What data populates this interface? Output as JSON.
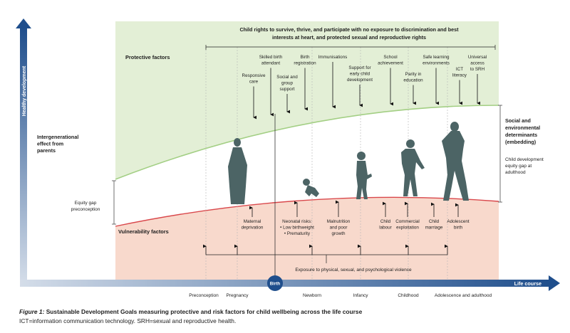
{
  "axes": {
    "y_label": "Healthy development",
    "x_label": "Life course",
    "birth_label": "Birth"
  },
  "rights_banner": {
    "line1": "Child rights to survive, thrive, and participate with no exposure to discrimination and best",
    "line2": "interests at heart, and protected sexual and reproductive rights"
  },
  "protective": {
    "heading": "Protective factors",
    "items": [
      {
        "lines": [
          "Responsive",
          "care"
        ]
      },
      {
        "lines": [
          "Skilled birth",
          "attendant"
        ]
      },
      {
        "lines": [
          "Social and",
          "group",
          "support"
        ]
      },
      {
        "lines": [
          "Birth",
          "registration"
        ]
      },
      {
        "lines": [
          "Immunisations"
        ]
      },
      {
        "lines": [
          "Support for",
          "early child",
          "development"
        ]
      },
      {
        "lines": [
          "School",
          "achievement"
        ]
      },
      {
        "lines": [
          "Parity in",
          "education"
        ]
      },
      {
        "lines": [
          "Safe learning",
          "environments"
        ]
      },
      {
        "lines": [
          "ICT",
          "literacy"
        ]
      },
      {
        "lines": [
          "Universal",
          "access",
          "to SRH"
        ]
      }
    ]
  },
  "vulnerability": {
    "heading": "Vulnerability factors",
    "items": [
      {
        "lines": [
          "Maternal",
          "deprivation"
        ]
      },
      {
        "lines": [
          "Neonatal risks:",
          "• Low birthweight",
          "• Prematurity"
        ]
      },
      {
        "lines": [
          "Malnutrition",
          "and poor",
          "growth"
        ]
      },
      {
        "lines": [
          "Child",
          "labour"
        ]
      },
      {
        "lines": [
          "Commercial",
          "exploitation"
        ]
      },
      {
        "lines": [
          "Child",
          "marriage"
        ]
      },
      {
        "lines": [
          "Adolescent",
          "birth"
        ]
      }
    ],
    "exposure": "Exposure to physical, sexual, and psychological violence"
  },
  "left_labels": {
    "intergenerational": [
      "Intergenerational",
      "effect from",
      "parents"
    ],
    "equity_gap": [
      "Equity gap",
      "preconception"
    ]
  },
  "right_labels": {
    "determinants": [
      "Social and",
      "environmental",
      "determinants",
      "(embedding)"
    ],
    "equity_gap": [
      "Child development",
      "equity gap at",
      "adulthood"
    ]
  },
  "stages": [
    "Preconception",
    "Pregnancy",
    "Newborn",
    "Infancy",
    "Childhood",
    "Adolescence and adulthood"
  ],
  "caption": {
    "figure_label": "Figure 1:",
    "title": "Sustainable Development Goals measuring protective and risk factors for child wellbeing across the life course",
    "note": "ICT=information communication technology. SRH=sexual and reproductive health."
  },
  "colors": {
    "protective_fill": "#e3efd6",
    "vulnerability_fill": "#f8d9cc",
    "green_curve": "#a3cf84",
    "red_curve": "#d9474b",
    "axis": "#1f4e8c",
    "silhouette": "#4c6465"
  }
}
